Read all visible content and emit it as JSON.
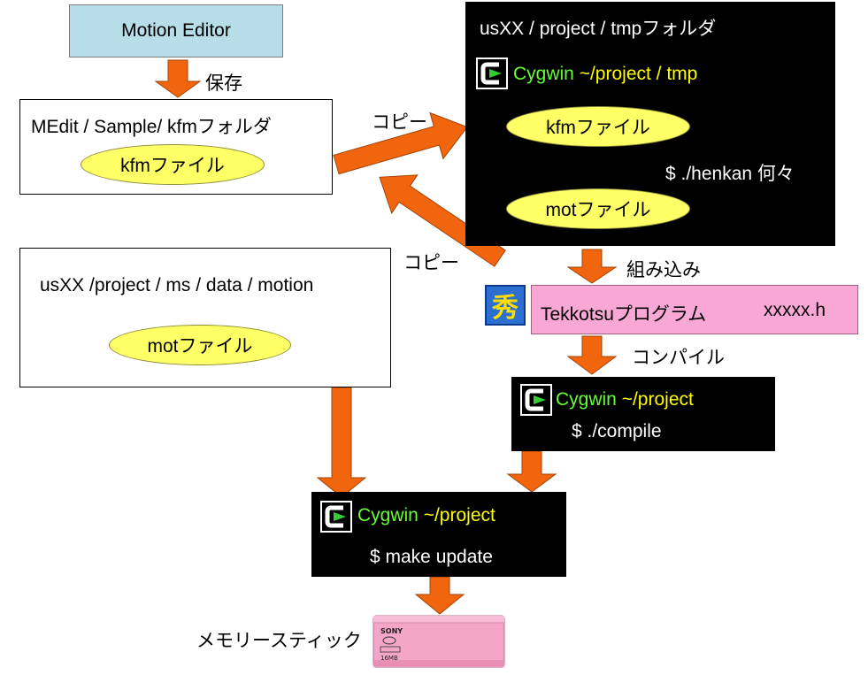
{
  "motion_editor": {
    "title": "Motion Editor"
  },
  "medit_folder": {
    "title": "MEdit / Sample/ kfmフォルダ",
    "file": "kfmファイル"
  },
  "tmp_folder": {
    "title": "usXX / project / tmpフォルダ",
    "cygwin_prompt": "Cygwin",
    "cygwin_path": "~/project / tmp",
    "file_in": "kfmファイル",
    "file_out": "motファイル",
    "command": "$ ./henkan 何々"
  },
  "motion_folder": {
    "title": "usXX /project / ms / data / motion",
    "file": "motファイル"
  },
  "tekkotsu": {
    "logo_glyph": "秀",
    "title": "Tekkotsuプログラム",
    "header_file": "xxxxx.h"
  },
  "compile_terminal": {
    "cygwin_prompt": "Cygwin",
    "cygwin_path": "~/project",
    "command": "$ ./compile"
  },
  "update_terminal": {
    "cygwin_prompt": "Cygwin",
    "cygwin_path": "~/project",
    "command": "$ make update"
  },
  "memory_stick": {
    "label": "メモリースティック",
    "label_lines": [
      "SONY",
      "16MB"
    ]
  },
  "arrow_labels": {
    "save": "保存",
    "copy_to_tmp": "コピー",
    "copy_to_motion": "コピー",
    "embed": "組み込み",
    "compile": "コンパイル"
  },
  "colors": {
    "title_box": "#b7dde8",
    "file_ellipse": "#ffff66",
    "tekkotsu_bar": "#f9a8d6",
    "flow_arrow": "#f0650d",
    "convert_arrow": "#bdd7e3",
    "cygwin_label": "#66ff33",
    "cygwin_path": "#ffff00",
    "memory_stick": "#f4a6c8"
  }
}
